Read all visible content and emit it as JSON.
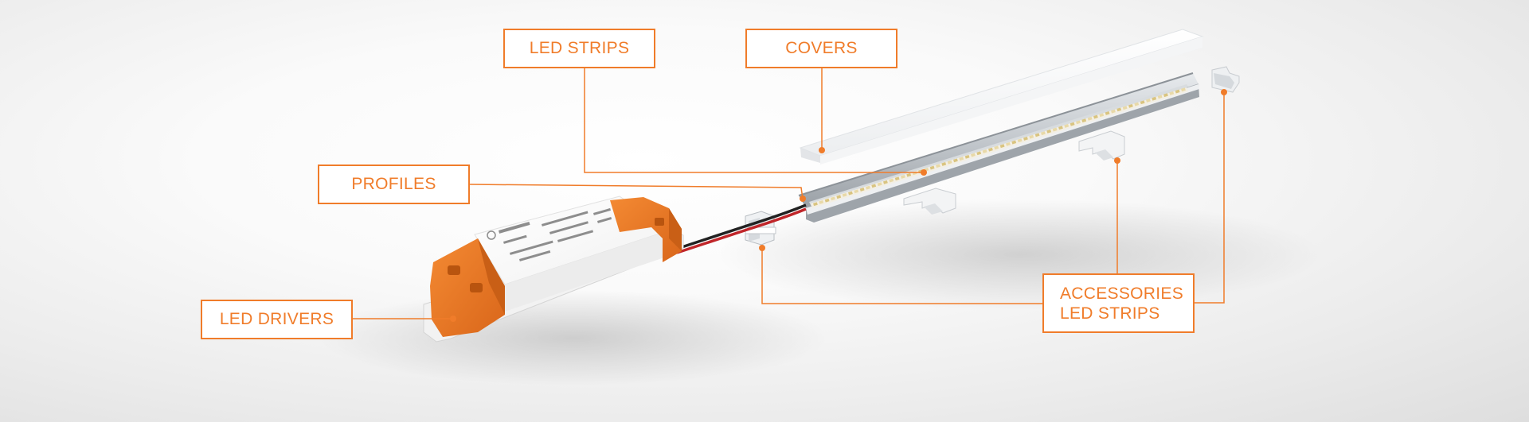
{
  "labels": {
    "led_strips": "LED STRIPS",
    "covers": "COVERS",
    "profiles": "PROFILES",
    "led_drivers": "LED DRIVERS",
    "accessories_line1": "ACCESSORIES",
    "accessories_line2": "LED STRIPS"
  },
  "colors": {
    "accent": "#f07c2a",
    "driver_cap": "#ef7a20",
    "driver_body": "#ffffff",
    "profile_metal": "#c9ced3",
    "background": "#f3f3f3"
  }
}
